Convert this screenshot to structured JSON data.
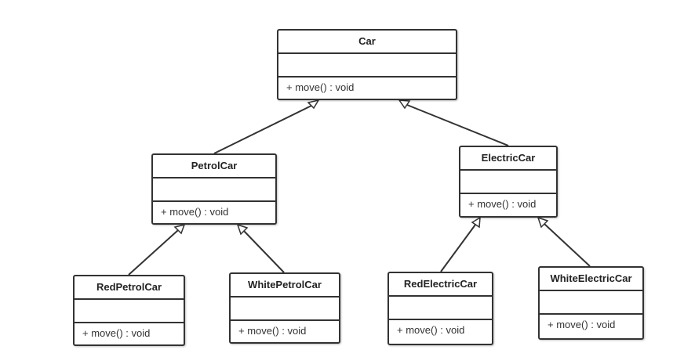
{
  "classes": {
    "car": {
      "name": "Car",
      "operation": "+ move() : void"
    },
    "petrol_car": {
      "name": "PetrolCar",
      "operation": "+ move() : void"
    },
    "electric_car": {
      "name": "ElectricCar",
      "operation": "+ move() : void"
    },
    "red_petrol_car": {
      "name": "RedPetrolCar",
      "operation": "+ move() : void"
    },
    "white_petrol_car": {
      "name": "WhitePetrolCar",
      "operation": "+ move() : void"
    },
    "red_electric_car": {
      "name": "RedElectricCar",
      "operation": "+ move() : void"
    },
    "white_electric_car": {
      "name": "WhiteElectricCar",
      "operation": "+ move() : void"
    }
  },
  "edges": [
    {
      "from": "petrol_car",
      "to": "car",
      "relation": "generalization"
    },
    {
      "from": "electric_car",
      "to": "car",
      "relation": "generalization"
    },
    {
      "from": "red_petrol_car",
      "to": "petrol_car",
      "relation": "generalization"
    },
    {
      "from": "white_petrol_car",
      "to": "petrol_car",
      "relation": "generalization"
    },
    {
      "from": "red_electric_car",
      "to": "electric_car",
      "relation": "generalization"
    },
    {
      "from": "white_electric_car",
      "to": "electric_car",
      "relation": "generalization"
    }
  ],
  "colors": {
    "stroke": "#333333",
    "background": "#ffffff"
  }
}
